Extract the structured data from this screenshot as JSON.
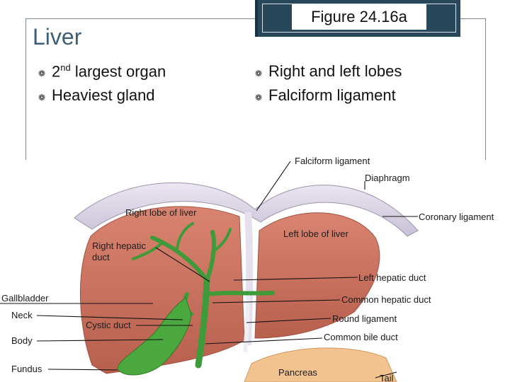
{
  "figure_label": "Figure 24.16a",
  "title": "Liver",
  "bullets_left": [
    {
      "text": "2",
      "sup": "nd",
      "rest": " largest organ"
    },
    {
      "text": "Heaviest gland"
    }
  ],
  "bullets_right": [
    {
      "text": "Right and left lobes"
    },
    {
      "text": "Falciform ligament"
    }
  ],
  "diagram_labels": {
    "falciform_ligament": "Falciform ligament",
    "diaphragm": "Diaphragm",
    "coronary_ligament": "Coronary ligament",
    "right_lobe": "Right lobe of liver",
    "left_lobe": "Left lobe of liver",
    "right_hepatic_duct_1": "Right hepatic",
    "right_hepatic_duct_2": "duct",
    "left_hepatic_duct": "Left hepatic duct",
    "gallbladder": "Gallbladder",
    "common_hepatic_duct": "Common hepatic duct",
    "neck": "Neck",
    "round_ligament": "Round ligament",
    "cystic_duct": "Cystic duct",
    "common_bile_duct": "Common bile duct",
    "body": "Body",
    "fundus": "Fundus",
    "pancreas": "Pancreas",
    "tail": "Tail"
  },
  "colors": {
    "frame_dark": "#29475b",
    "title": "#3c5f77",
    "liver": "#c76f5c",
    "duct": "#3f9a3a",
    "gallbladder": "#4aa83f",
    "diaphragm": "#d9d2e3"
  }
}
